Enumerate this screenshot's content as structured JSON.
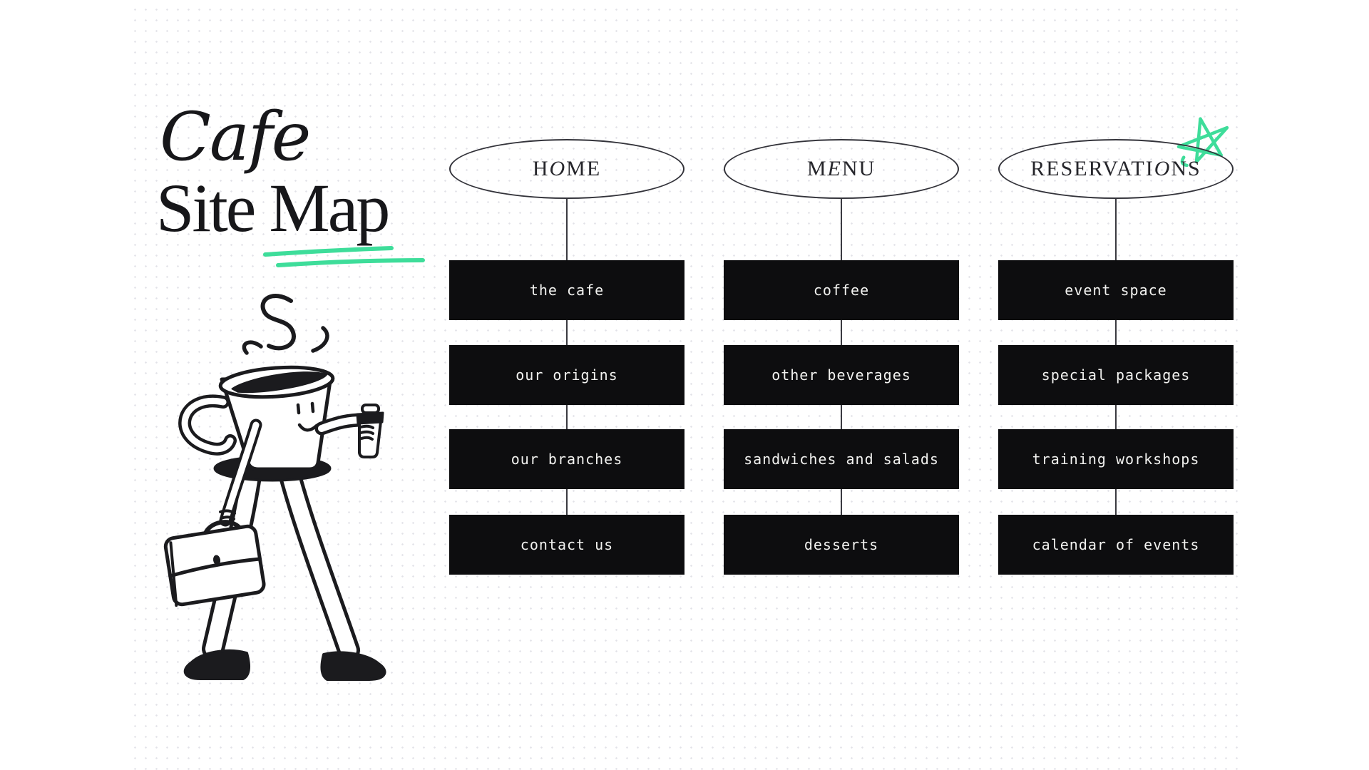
{
  "page": {
    "title_line1": "Cafe",
    "title_line2": "Site Map"
  },
  "colors": {
    "accent_green": "#3EDD9A",
    "ink": "#17171a",
    "node_background": "#0d0d0f",
    "node_text": "#f2f2f0",
    "dot_grid": "#e2e2e8"
  },
  "decorations": {
    "underline": "green-double-underline-doodle",
    "star": "green-star-doodle",
    "illustration": "walking-coffee-cup-character"
  },
  "columns": [
    {
      "id": "home",
      "header": {
        "pre": "H",
        "it": "O",
        "post": "ME"
      },
      "items": [
        "the cafe",
        "our origins",
        "our branches",
        "contact us"
      ]
    },
    {
      "id": "menu",
      "header": {
        "pre": "M",
        "it": "E",
        "post": "NU"
      },
      "items": [
        "coffee",
        "other beverages",
        "sandwiches and salads",
        "desserts"
      ]
    },
    {
      "id": "reservations",
      "header": {
        "pre": "RESERVATI",
        "it": "O",
        "post": "NS"
      },
      "items": [
        "event space",
        "special packages",
        "training workshops",
        "calendar of events"
      ]
    }
  ]
}
